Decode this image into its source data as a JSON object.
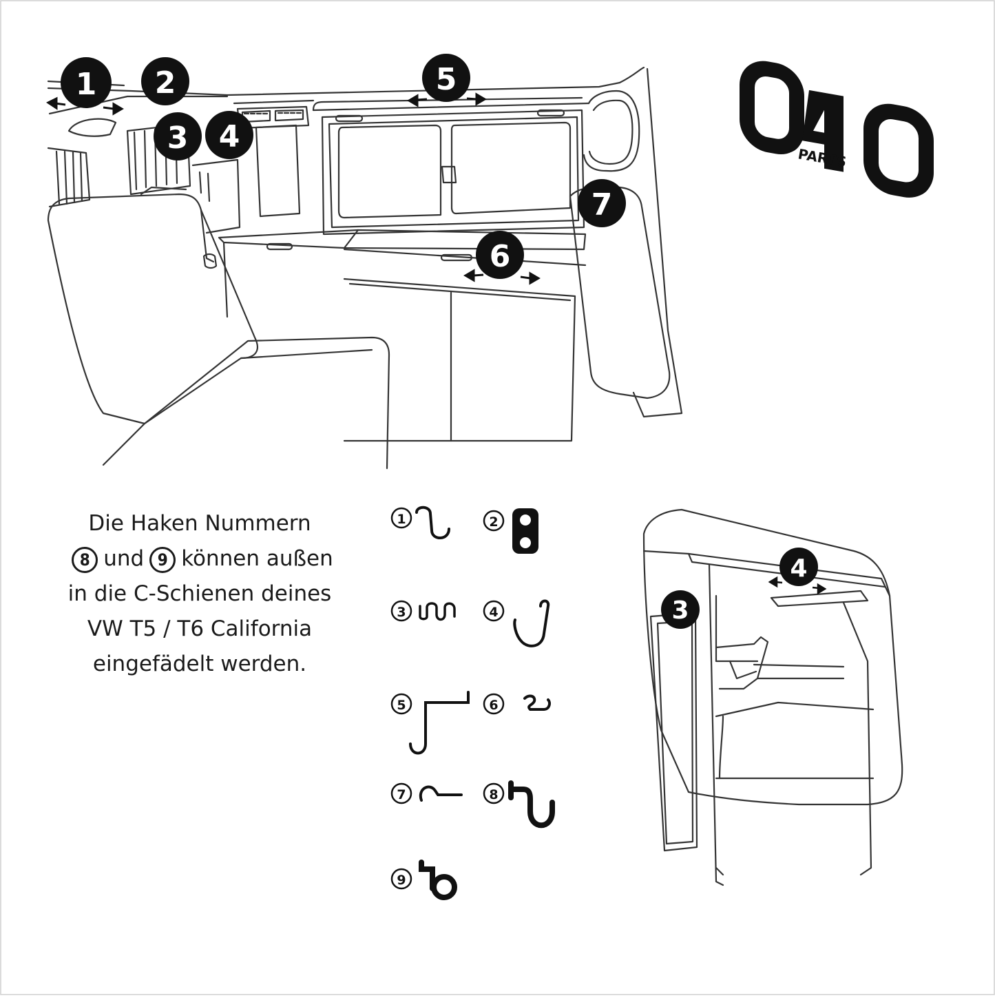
{
  "brand": {
    "logo_number": "040",
    "logo_subtitle": "PARTS"
  },
  "main_labels": [
    "1",
    "2",
    "3",
    "4",
    "5",
    "6",
    "7"
  ],
  "detail_labels": [
    "3",
    "4"
  ],
  "intro": {
    "line1": "Die Haken Nummern",
    "num_a": "8",
    "word_und": "und",
    "num_b": "9",
    "line2_rest": "können außen",
    "line3": "in die C-Schienen deines",
    "line4": "VW T5 / T6 California",
    "line5": "eingefädelt werden."
  },
  "legend": [
    "1",
    "2",
    "3",
    "4",
    "5",
    "6",
    "7",
    "8",
    "9"
  ],
  "colors": {
    "ink": "#111111",
    "line": "#333333",
    "background": "#ffffff"
  }
}
